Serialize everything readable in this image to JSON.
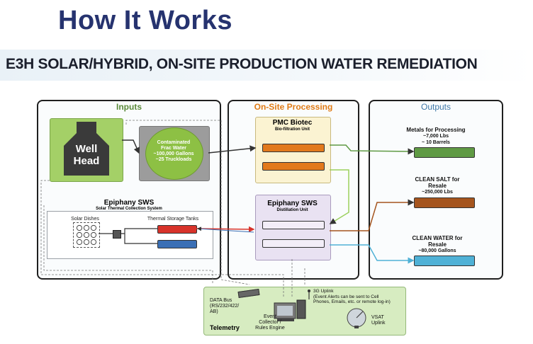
{
  "header": {
    "title": "How It Works",
    "subtitle": "E3H SOLAR/HYBRID, ON-SITE PRODUCTION WATER REMEDIATION"
  },
  "inputs": {
    "title": "Inputs",
    "well_head": [
      "Well",
      "Head"
    ],
    "contaminated": [
      "Contaminated",
      "Frac Water",
      "~100,000 Gallons",
      "~25 Truckloads"
    ],
    "solar_title": "Epiphany SWS",
    "solar_subtitle": "Solar Thermal Collection System",
    "solar_dishes": "Solar Dishes",
    "thermal_tanks": "Thermal Storage Tanks"
  },
  "processing": {
    "title": "On-Site Processing",
    "pmc_title": "PMC Biotec",
    "pmc_subtitle": "Bio-filtration Unit",
    "sws_title": "Epiphany SWS",
    "sws_subtitle": "Distillation Unit"
  },
  "outputs": {
    "title": "Outputs",
    "metals": [
      "Metals for Processing",
      "~7,000 Lbs",
      "~ 10 Barrels"
    ],
    "salt": [
      "CLEAN SALT for",
      "Resale",
      "~250,000 Lbs"
    ],
    "water": [
      "CLEAN WATER for",
      "Resale",
      "~80,000 Gallons"
    ]
  },
  "telemetry": {
    "title": "Telemetry",
    "data_bus": [
      "DATA Bus",
      "(RS/232/422/",
      "AB)"
    ],
    "uplink_3g": [
      "3G Uplink",
      "(Event Alerts can be sent to Cell",
      "Phones, Emails, etc. or remote log-in)"
    ],
    "collector": [
      "Event",
      "Collector /",
      "Rules Engine"
    ],
    "vsat": [
      "VSAT",
      "Uplink"
    ]
  },
  "colors": {
    "navy": "#26336f",
    "inputs_green": "#5a8a3a",
    "processing_orange": "#e07b16",
    "outputs_blue": "#3f78a8",
    "well_green": "#9fcd63",
    "contaminated_green": "#8dc044",
    "bio_orange": "#e2791c",
    "metals_green": "#5f9a44",
    "salt_brown": "#a5551e",
    "water_blue": "#4fb1d6",
    "thermal_red": "#d8332a",
    "thermal_blue": "#3a6fb5",
    "distill_lavender": "#e9e2f2",
    "telemetry_green": "#d7ecc1"
  }
}
